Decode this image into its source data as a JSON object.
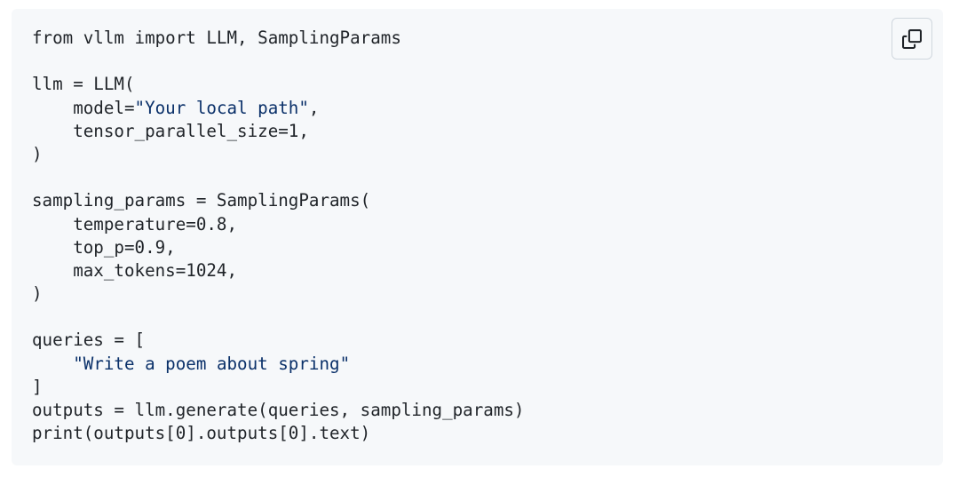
{
  "code_block": {
    "copy_button": {
      "icon": "copy-icon",
      "color": "#1f2328",
      "border_color": "#d0d7de"
    },
    "background": "#f6f8fa",
    "string_color": "#0a3069",
    "lines": [
      "from vllm import LLM, SamplingParams",
      "",
      "llm = LLM(",
      "    model=",
      "\"Your local path\"",
      ",",
      "    tensor_parallel_size=1,",
      ")",
      "",
      "sampling_params = SamplingParams(",
      "    temperature=0.8,",
      "    top_p=0.9,",
      "    max_tokens=1024,",
      ")",
      "",
      "queries = [",
      "    ",
      "\"Write a poem about spring\"",
      "]",
      "outputs = llm.generate(queries, sampling_params)",
      "print(outputs[0].outputs[0].text)"
    ]
  }
}
